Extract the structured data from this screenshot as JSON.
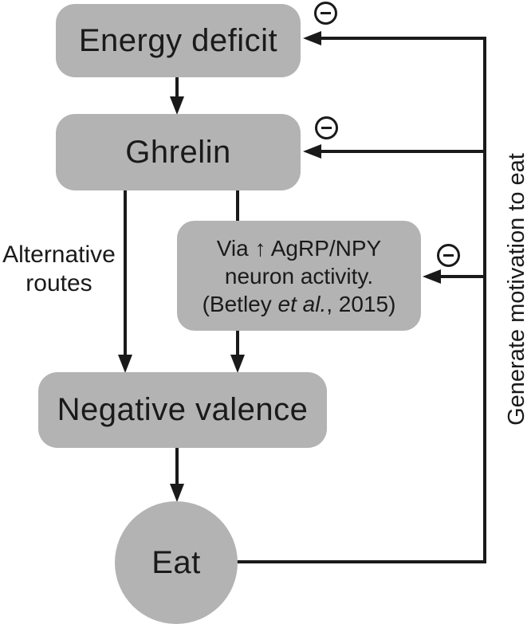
{
  "diagram": {
    "nodes": {
      "energy_deficit": {
        "label": "Energy deficit"
      },
      "ghrelin": {
        "label": "Ghrelin"
      },
      "agrp_npy": {
        "line1": "Via ↑ AgRP/NPY",
        "line2": "neuron activity.",
        "citation_prefix": "(Betley ",
        "citation_italic": "et al.",
        "citation_suffix": ", 2015)"
      },
      "negative_valence": {
        "label": "Negative valence"
      },
      "eat": {
        "label": "Eat"
      }
    },
    "edge_labels": {
      "alternative_routes_line1": "Alternative",
      "alternative_routes_line2": "routes",
      "generate_motivation": "Generate motivation to eat"
    },
    "icons": {
      "inhibition": "minus-circle-icon"
    },
    "colors": {
      "node_fill": "#b3b3b3",
      "line": "#1a1a1a",
      "text": "#1a1a1a",
      "background": "#ffffff"
    }
  }
}
